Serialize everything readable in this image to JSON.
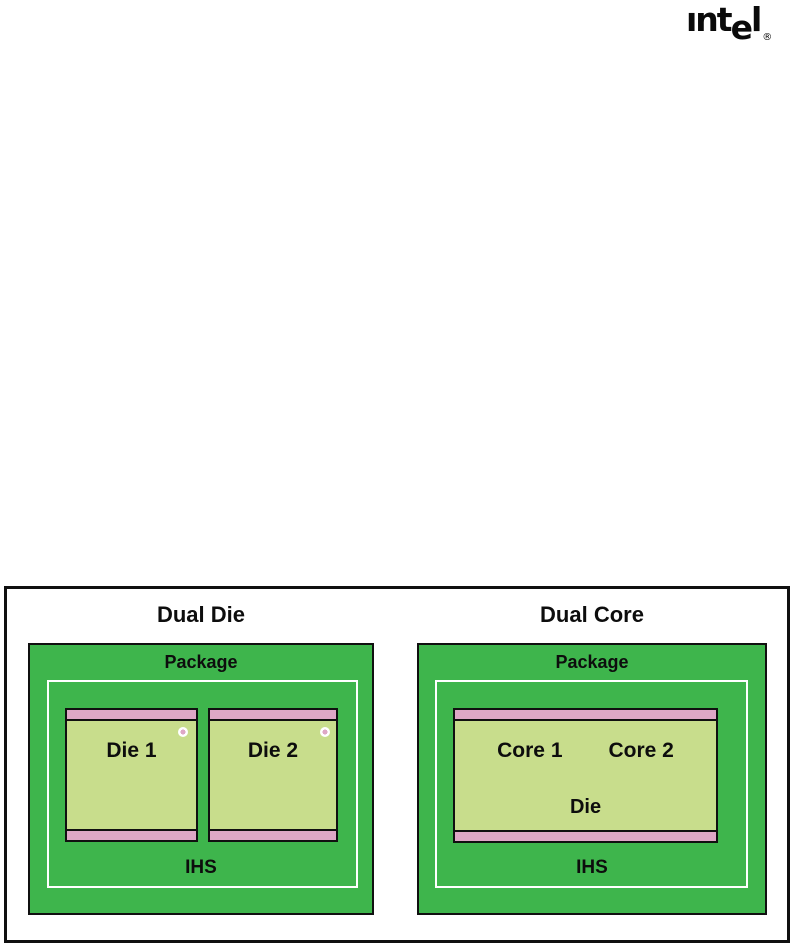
{
  "logo": {
    "part_int": "ınt",
    "part_e": "e",
    "part_l": "l",
    "registered": "®"
  },
  "figure": {
    "left_panel": {
      "title": "Dual Die",
      "package_label": "Package",
      "die1_label": "Die 1",
      "die2_label": "Die 2",
      "ihs_label": "IHS"
    },
    "right_panel": {
      "title": "Dual Core",
      "package_label": "Package",
      "core1_label": "Core 1",
      "core2_label": "Core 2",
      "die_label": "Die",
      "ihs_label": "IHS"
    },
    "colors": {
      "package_green": "#3eb54c",
      "die_green": "#c8dd8c",
      "interface_pink": "#dea8c6",
      "border_black": "#101010",
      "ihs_outline_white": "#ffffff"
    }
  }
}
